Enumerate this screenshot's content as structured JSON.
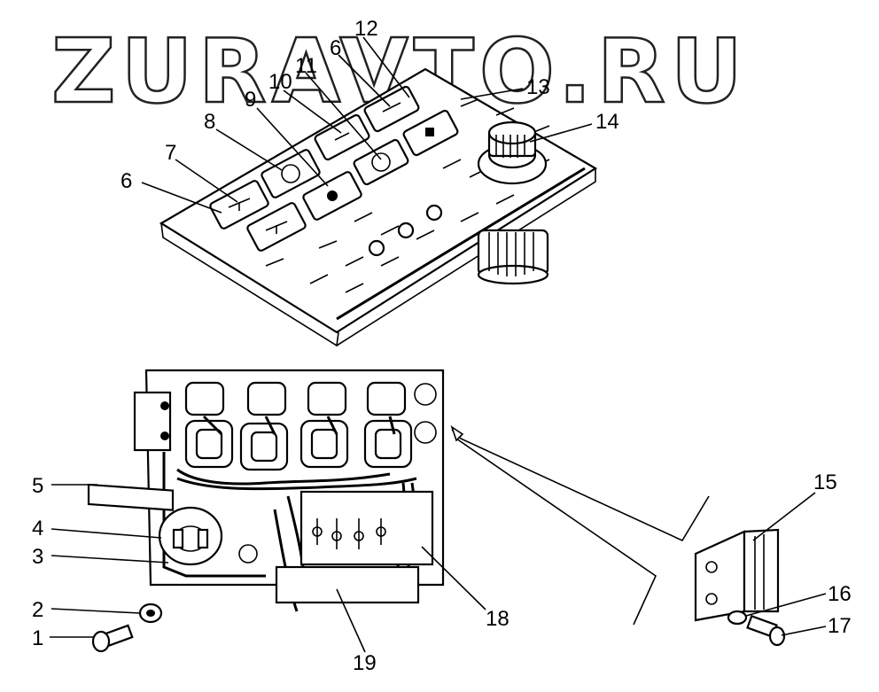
{
  "watermark": "ZURAVTO.RU",
  "callouts": [
    "1",
    "2",
    "3",
    "4",
    "5",
    "6",
    "7",
    "8",
    "9",
    "10",
    "11",
    "12",
    "13",
    "14",
    "15",
    "16",
    "17",
    "18",
    "19"
  ],
  "callout_6_top": "6"
}
